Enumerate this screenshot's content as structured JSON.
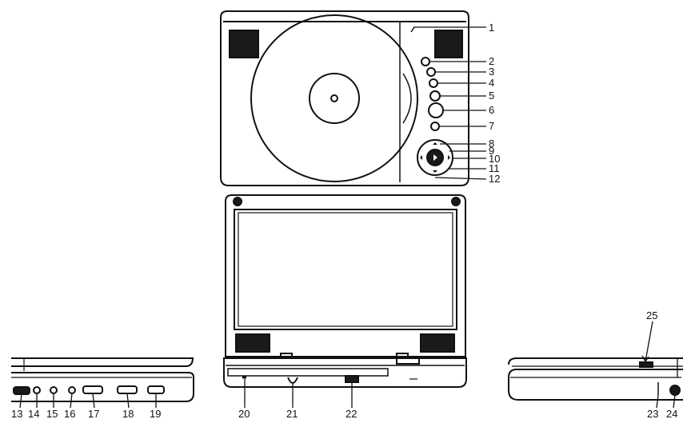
{
  "callouts": {
    "top": [
      "1",
      "2",
      "3",
      "4",
      "5",
      "6",
      "7",
      "8",
      "9",
      "10",
      "11",
      "12"
    ],
    "bottom": [
      "13",
      "14",
      "15",
      "16",
      "17",
      "18",
      "19",
      "20",
      "21",
      "22",
      "23",
      "24",
      "25"
    ]
  },
  "colors": {
    "line": "#111111",
    "fill_dark": "#1a1a1a",
    "background": "#ffffff"
  }
}
